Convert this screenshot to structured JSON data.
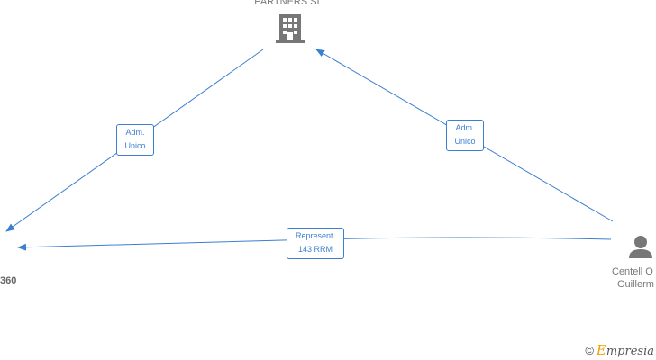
{
  "nodes": {
    "company": {
      "label": "PARTNERS  SL",
      "icon": "building-icon"
    },
    "left": {
      "label": "360"
    },
    "person": {
      "label_line1": "Centell O",
      "label_line2": "Guillerm",
      "icon": "person-icon"
    }
  },
  "edges": [
    {
      "id": "edge-person-company",
      "line1": "Adm.",
      "line2": "Unico"
    },
    {
      "id": "edge-company-left",
      "line1": "Adm.",
      "line2": "Unico"
    },
    {
      "id": "edge-person-left",
      "line1": "Represent.",
      "line2": "143 RRM"
    }
  ],
  "colors": {
    "edge": "#3b7fd1",
    "icon": "#777777"
  },
  "watermark": {
    "symbol": "©",
    "brand_first": "E",
    "brand_rest": "mpresia"
  }
}
